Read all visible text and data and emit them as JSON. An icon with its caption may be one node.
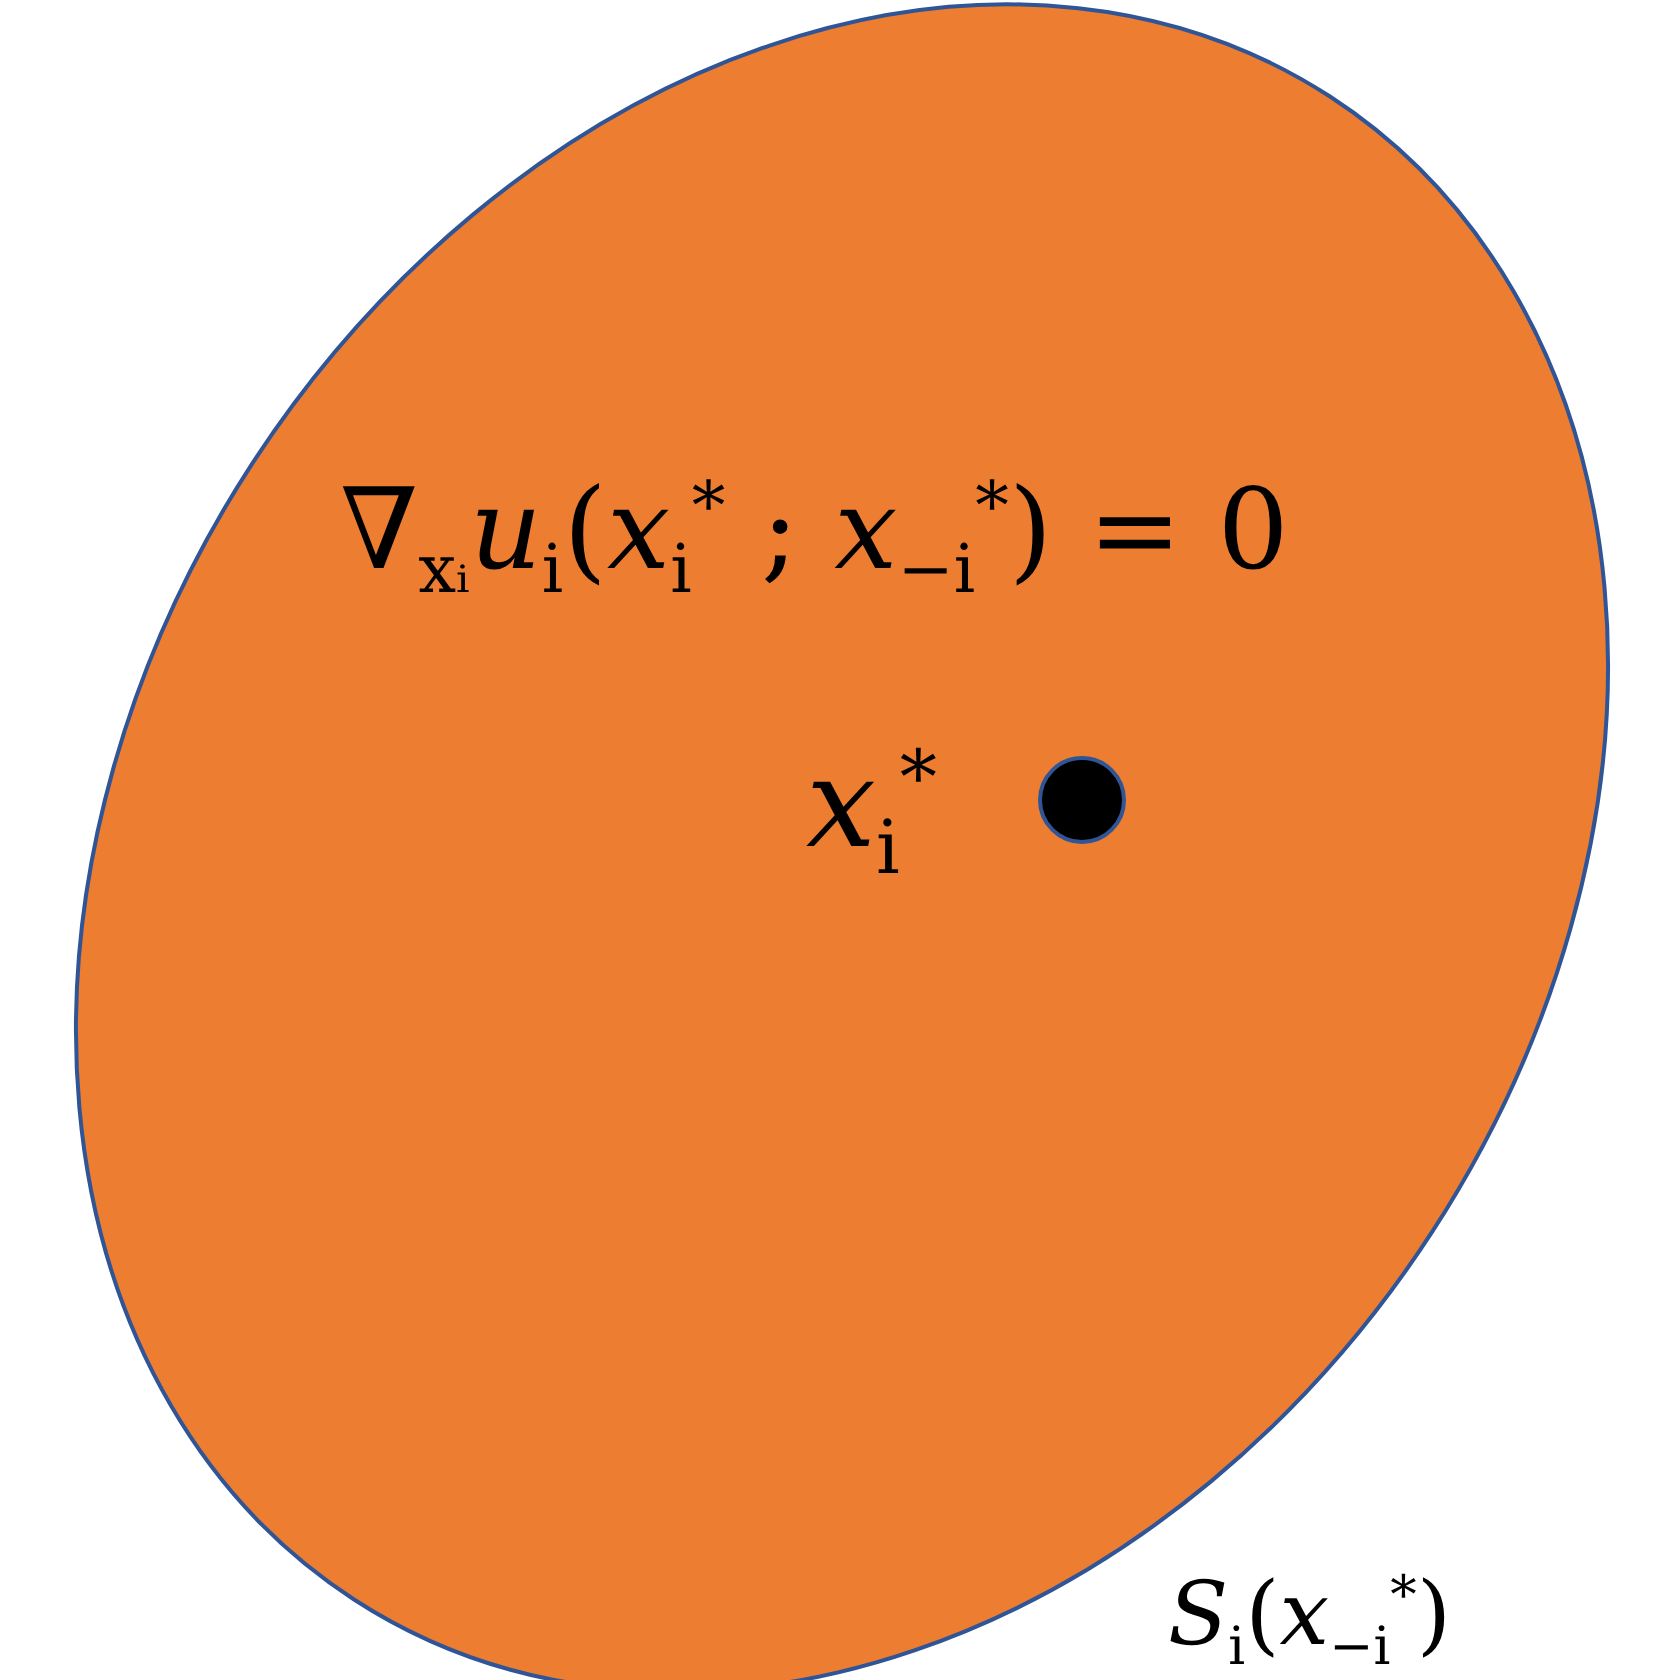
{
  "diagram": {
    "nodes": [
      {
        "text": [
          "∇$_{xᵢ}$*u*$_{i}$(*x*$_{i}$$^{*}$ ; *x*$_{−i}$$^{*}$) = 0"
        ],
        "beside": [
          "*S*$_{i}$(*x*$_{−i}$$^{*}$)"
        ]
      },
      {
        "text": [],
        "shape": "circle",
        "in": 0,
        "beside": [
          "*x*$_{i}$$^{*}$"
        ]
      }
    ],
    "edges": []
  }
}
